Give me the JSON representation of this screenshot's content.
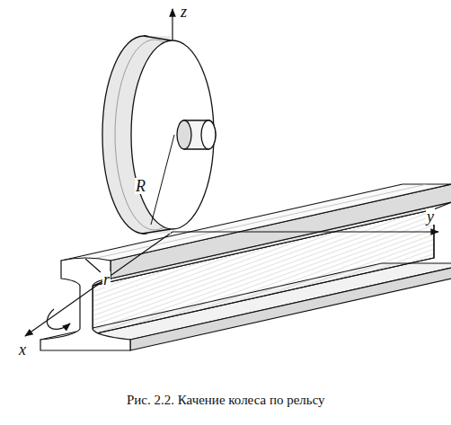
{
  "diagram": {
    "caption": "Рис. 2.2. Качение колеса по рельсу",
    "labels": [
      "z",
      "y",
      "x",
      "R",
      "r"
    ]
  }
}
